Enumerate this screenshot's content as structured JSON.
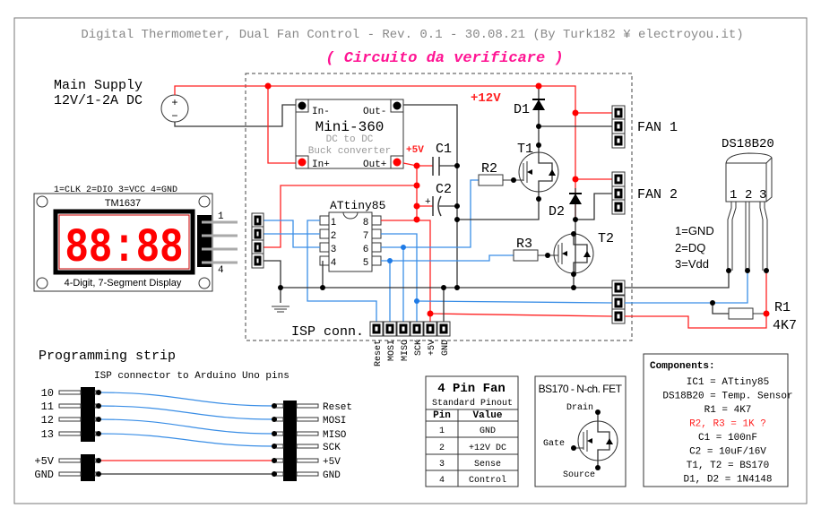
{
  "title": "Digital Thermometer, Dual Fan Control - Rev. 0.1 - 30.08.21 (By Turk182 ¥ electroyou.it)",
  "subtitle": "( Circuito da verificare )",
  "colors": {
    "power": "#ff2222",
    "signal": "#3a8ee6",
    "ground": "#333333",
    "subtitle": "#ff1493",
    "note": "#ff2222",
    "title": "#888888"
  },
  "supply": {
    "line1": "Main Supply",
    "line2": "12V/1-2A DC",
    "plus": "+",
    "minus": "−"
  },
  "rail_12v": "+12V",
  "rail_5v": "+5V",
  "buck": {
    "name": "Mini-360",
    "desc1": "DC to DC",
    "desc2": "Buck converter",
    "in_minus": "In-",
    "out_minus": "Out-",
    "in_plus": "In+",
    "out_plus": "Out+"
  },
  "c1": "C1",
  "c2": "C2",
  "c2_plus": "+",
  "mcu": {
    "name": "ATtiny85",
    "pins_left": [
      "1",
      "2",
      "3",
      "4"
    ],
    "pins_right": [
      "8",
      "7",
      "6",
      "5"
    ]
  },
  "r2": "R2",
  "r3": "R3",
  "t1": "T1",
  "t2": "T2",
  "d1": "D1",
  "d2": "D2",
  "fan1": "FAN 1",
  "fan2": "FAN 2",
  "sensor": {
    "name": "DS18B20",
    "pins": [
      "1",
      "2",
      "3"
    ],
    "legend": [
      "1=GND",
      "2=DQ",
      "3=Vdd"
    ]
  },
  "r1": {
    "name": "R1",
    "value": "4K7"
  },
  "display": {
    "pinout": "1=CLK  2=DIO  3=VCC  4=GND",
    "chip": "TM1637",
    "digits": "88:88",
    "caption": "4-Digit, 7-Segment Display",
    "pin_first": "1",
    "pin_last": "4"
  },
  "isp": {
    "label": "ISP conn.",
    "pins": [
      "Reset",
      "MOSI",
      "MISO",
      "SCK",
      "+5V",
      "GND"
    ]
  },
  "programming": {
    "title": "Programming strip",
    "subtitle": "ISP connector to Arduino Uno pins",
    "left": [
      "10",
      "11",
      "12",
      "13",
      "+5V",
      "GND"
    ],
    "right": [
      "Reset",
      "MOSI",
      "MISO",
      "SCK",
      "+5V",
      "GND"
    ]
  },
  "fan_table": {
    "title": "4 Pin Fan",
    "subtitle": "Standard Pinout",
    "headers": [
      "Pin",
      "Value"
    ],
    "rows": [
      [
        "1",
        "GND"
      ],
      [
        "2",
        "+12V DC"
      ],
      [
        "3",
        "Sense"
      ],
      [
        "4",
        "Control"
      ]
    ]
  },
  "fet": {
    "title": "BS170 - N-ch. FET",
    "drain": "Drain",
    "gate": "Gate",
    "source": "Source"
  },
  "components": {
    "title": "Components:",
    "lines": [
      "IC1 = ATtiny85",
      "DS18B20 = Temp. Sensor",
      "R1 = 4K7",
      "R2, R3 = 1K  ?",
      "C1 = 100nF",
      "C2 = 10uF/16V",
      "T1, T2 = BS170",
      "D1, D2 = 1N4148"
    ],
    "highlight_index": 3
  }
}
